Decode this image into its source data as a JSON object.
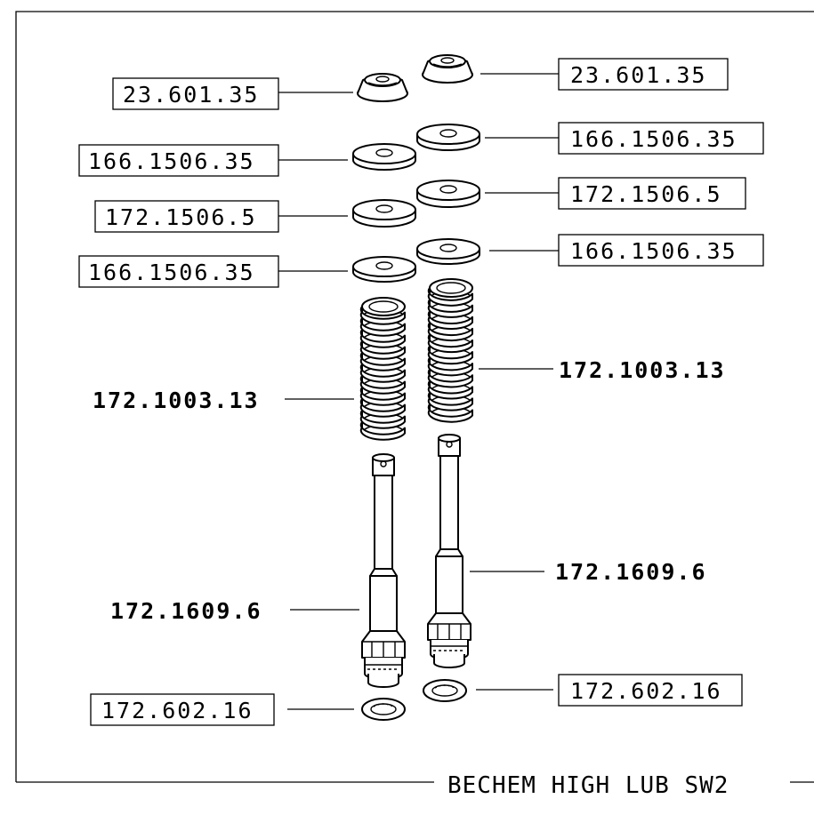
{
  "labels": {
    "cap_left": "23.601.35",
    "cap_right": "23.601.35",
    "washer_top_left": "166.1506.35",
    "washer_top_right": "166.1506.35",
    "shim_left": "172.1506.5",
    "shim_right": "172.1506.5",
    "washer_bottom_left": "166.1506.35",
    "washer_bottom_right": "166.1506.35",
    "spring_left": "172.1003.13",
    "spring_right": "172.1003.13",
    "piston_left": "172.1609.6",
    "piston_right": "172.1609.6",
    "seal_left": "172.602.16",
    "seal_right": "172.602.16"
  },
  "footer": "BECHEM HIGH LUB SW2"
}
